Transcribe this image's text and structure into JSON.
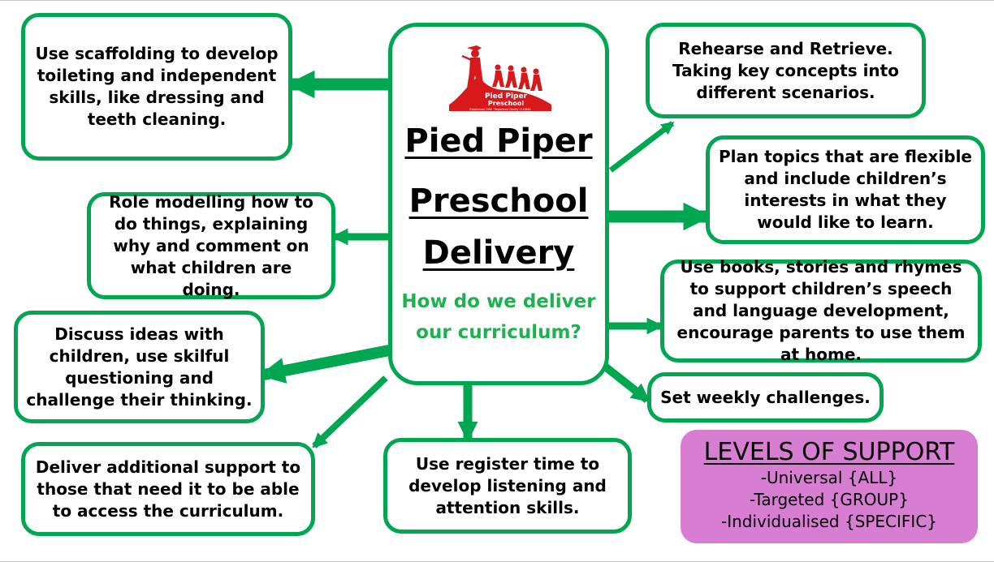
{
  "center": {
    "title_line1": "Pied Piper",
    "title_line2": "Preschool",
    "title_line3": "Delivery",
    "question": "How do we deliver our curriculum?",
    "logo": {
      "name": "Pied Piper Preschool",
      "subtext": "Established 1990 · Registered Charity 1113885",
      "color": "#d7191c"
    }
  },
  "boxes": {
    "scaffolding": "Use scaffolding to develop toileting and independent skills, like dressing and teeth cleaning.",
    "role_modelling": "Role modelling how to do things, explaining why and comment on what children are doing.",
    "discuss_ideas": "Discuss ideas with children, use skilful questioning and challenge their thinking.",
    "additional_support": "Deliver additional support to those that need it to be able to access the curriculum.",
    "register_time": "Use register time to develop listening and attention skills.",
    "rehearse_retrieve": "Rehearse and Retrieve. Taking key concepts into different scenarios.",
    "plan_topics": "Plan topics that are flexible and include children’s interests in what they would like to learn.",
    "books_stories": "Use books, stories and rhymes to support children’s speech and language development, encourage parents to use them at home.",
    "weekly_challenges": "Set weekly challenges."
  },
  "support": {
    "title": "LEVELS OF SUPPORT",
    "levels": [
      "-Universal {ALL}",
      "-Targeted {GROUP}",
      "-Individualised {SPECIFIC}"
    ]
  },
  "colors": {
    "green": "#00a650",
    "question_green": "#1db14f",
    "support_bg": "#d77ed2",
    "logo_red": "#d7191c"
  }
}
